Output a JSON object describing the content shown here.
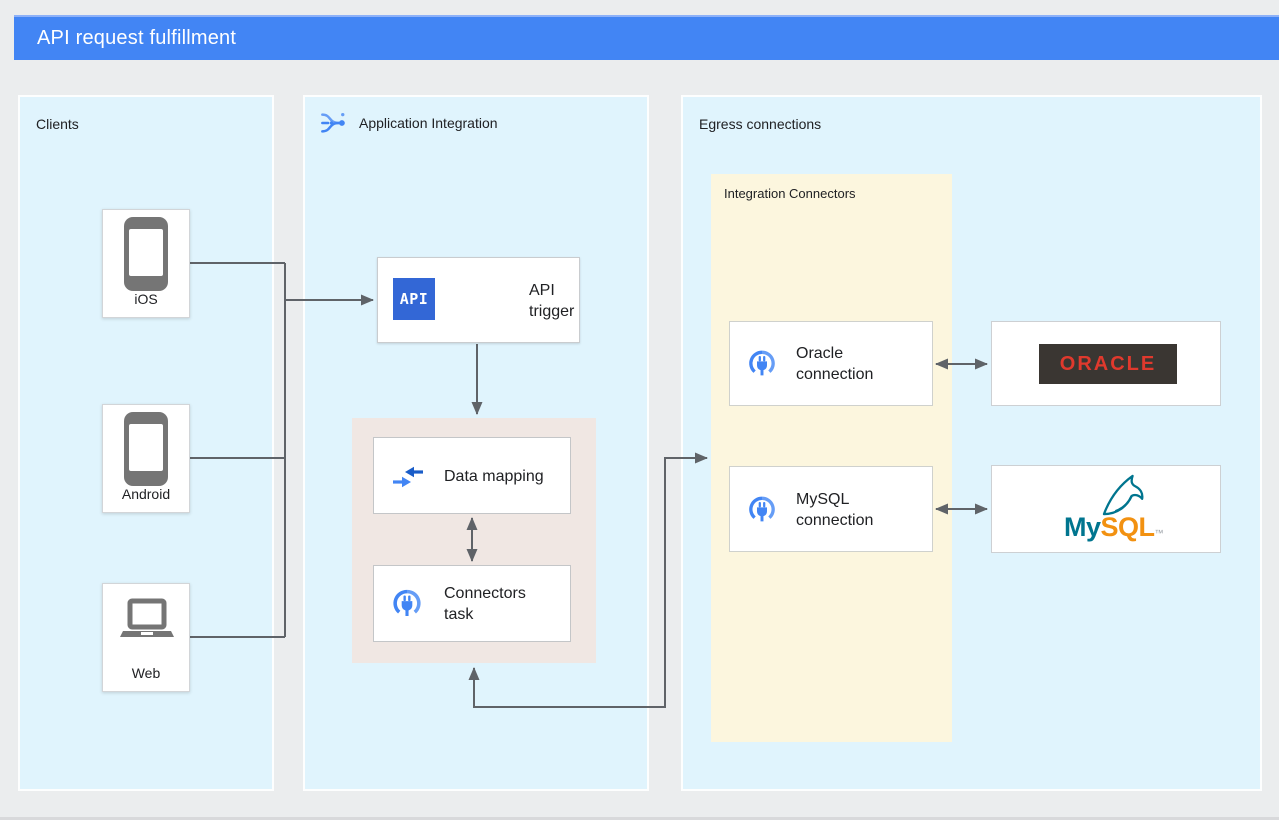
{
  "header": {
    "title": "API request fulfillment"
  },
  "panels": {
    "clients": {
      "label": "Clients",
      "items": [
        {
          "label": "iOS",
          "icon": "smartphone-icon"
        },
        {
          "label": "Android",
          "icon": "smartphone-icon"
        },
        {
          "label": "Web",
          "icon": "laptop-icon"
        }
      ]
    },
    "application_integration": {
      "label": "Application Integration",
      "icon": "application-integration-icon",
      "nodes": {
        "api_trigger": {
          "badge": "API",
          "label": "API trigger"
        },
        "data_mapping": {
          "label": "Data mapping",
          "icon": "data-mapping-icon"
        },
        "connectors_task": {
          "label": "Connectors task",
          "icon": "connectors-icon"
        }
      }
    },
    "egress": {
      "label": "Egress connections",
      "integration_connectors": {
        "label": "Integration Connectors",
        "nodes": [
          {
            "label": "Oracle connection",
            "icon": "connectors-icon"
          },
          {
            "label": "MySQL connection",
            "icon": "connectors-icon"
          }
        ]
      },
      "endpoints": {
        "oracle": {
          "logo_text": "ORACLE"
        },
        "mysql": {
          "logo_my": "My",
          "logo_sql": "SQL",
          "trademark": "™"
        }
      }
    }
  },
  "colors": {
    "header_blue": "#4285F4",
    "panel_blue": "#E0F4FD",
    "zone_yellow": "#FCF6DE",
    "zone_beige": "#F0E7E3",
    "arrow_gray": "#5F6368",
    "api_badge_blue": "#3367D6",
    "icon_blue": "#4285F4",
    "icon_blue_light": "#669DF6",
    "oracle_red": "#E0392D",
    "oracle_plate": "#3A3632",
    "mysql_teal": "#00758F",
    "mysql_orange": "#F29111",
    "device_gray": "#757575"
  }
}
